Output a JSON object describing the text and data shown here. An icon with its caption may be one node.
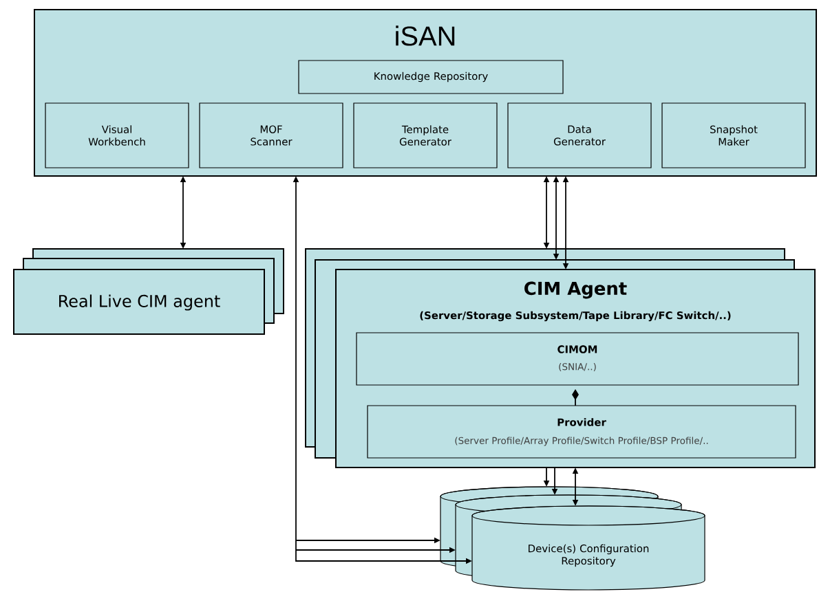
{
  "diagram": {
    "nodes": [
      {
        "text": [
          "iSAN"
        ]
      },
      {
        "text": [
          "Knowledge Repository"
        ],
        "in": 0
      },
      {
        "text": [
          "Visual Workbench"
        ],
        "in": 0
      },
      {
        "text": [
          "MOF Scanner"
        ],
        "in": 0
      },
      {
        "text": [
          "Template Generator"
        ],
        "in": 0
      },
      {
        "text": [
          "Data Generator"
        ],
        "in": 0
      },
      {
        "text": [
          "Snapshot Maker"
        ],
        "in": 0
      },
      {
        "text": [
          "Real Live CIM agent"
        ]
      },
      {
        "text": [
          "CIM Agent",
          "(Server/Storage Subsystem/Tape Library/FC Switch/..)"
        ]
      },
      {
        "text": [
          "CIMOM",
          "(SNIA/..)"
        ],
        "in": 8
      },
      {
        "text": [
          "Provider",
          "(Server Profile/Array Profile/Switch Profile/BSP Profile/.."
        ],
        "in": 8
      },
      {
        "text": [
          "Device(s) Configuration Repository"
        ]
      }
    ],
    "edges": [
      {
        "from": 0,
        "to": 7,
        "arrow": "both"
      },
      {
        "from": 0,
        "to": 11,
        "arrow": "both"
      },
      {
        "from": 0,
        "to": 8,
        "arrow": "both"
      },
      {
        "from": 0,
        "to": 8,
        "arrow": "both"
      },
      {
        "from": 0,
        "to": 8,
        "arrow": "both"
      },
      {
        "from": 9,
        "to": 10,
        "arrow": "other"
      },
      {
        "from": 8,
        "to": 11,
        "arrow": "to"
      },
      {
        "from": 8,
        "to": 11,
        "arrow": "to"
      },
      {
        "from": 8,
        "to": 11,
        "arrow": "both"
      }
    ]
  }
}
